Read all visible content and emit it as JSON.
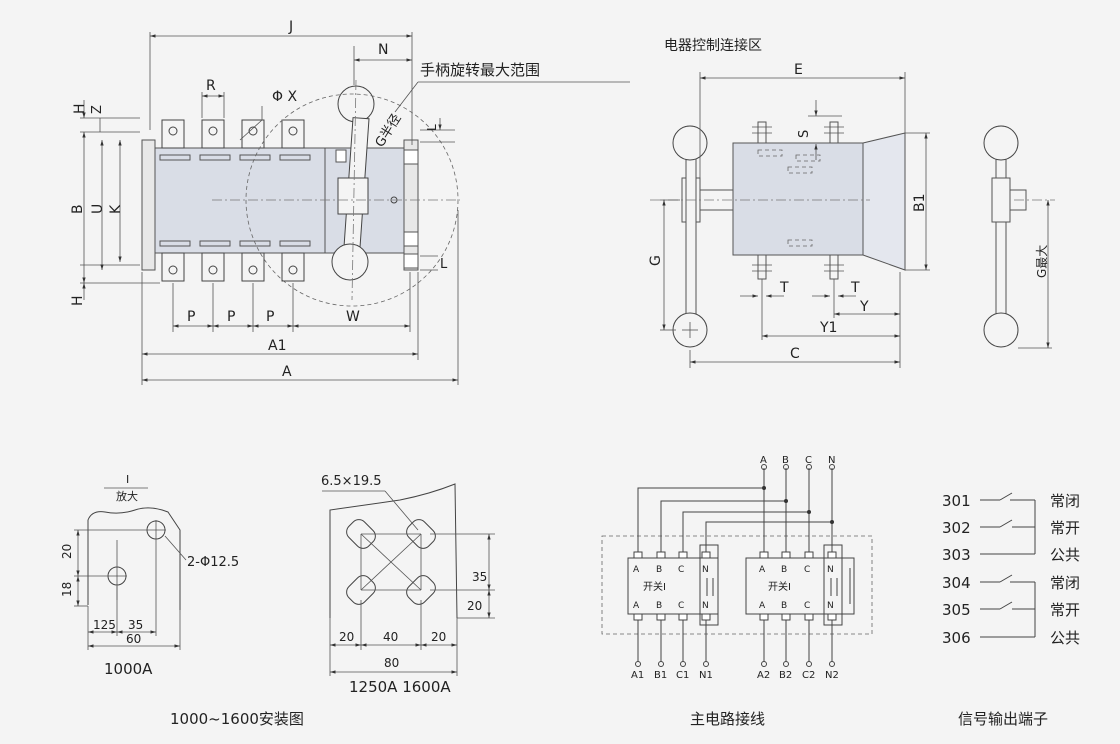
{
  "main_drawing": {
    "labels": {
      "J": "J",
      "N": "N",
      "handle_range": "手柄旋转最大范围",
      "R": "R",
      "phiX": "Φ X",
      "G_radius": "G半径",
      "L": "L",
      "H_top": "H",
      "Z": "Z",
      "B": "B",
      "U": "U",
      "K": "K",
      "H_bottom": "H",
      "P1": "P",
      "P2": "P",
      "P3": "P",
      "W": "W",
      "A1": "A1",
      "A": "A",
      "L_right": "L"
    }
  },
  "side_view": {
    "title": "电器控制连接区",
    "labels": {
      "E": "E",
      "S": "S",
      "B1": "B1",
      "G": "G",
      "T1": "T",
      "T2": "T",
      "Y": "Y",
      "Y1": "Y1",
      "C": "C"
    }
  },
  "end_view": {
    "G_max": "G最大"
  },
  "mount_1000": {
    "view_label": "I",
    "view_note": "放大",
    "hole": "2-Φ12.5",
    "dims": {
      "d20": "20",
      "d18": "18",
      "d125": "125",
      "d35": "35",
      "d60": "60"
    },
    "caption": "1000A"
  },
  "mount_1250": {
    "slot": "6.5×19.5",
    "dims": {
      "r35": "35",
      "r20": "20",
      "b20a": "20",
      "b40": "40",
      "b20b": "20",
      "b80": "80"
    },
    "caption": "1250A  1600A"
  },
  "mount_caption": "1000~1600安装图",
  "circuit": {
    "top_phases": [
      "A",
      "B",
      "C",
      "N"
    ],
    "switch_label": "开关I",
    "switch1_top": [
      "A",
      "B",
      "C",
      "N"
    ],
    "switch1_bottom": [
      "A",
      "B",
      "C",
      "N"
    ],
    "switch2_top": [
      "A",
      "B",
      "C",
      "N"
    ],
    "switch2_bottom": [
      "A",
      "B",
      "C",
      "N"
    ],
    "out1": [
      "A1",
      "B1",
      "C1",
      "N1"
    ],
    "out2": [
      "A2",
      "B2",
      "C2",
      "N2"
    ],
    "caption": "主电路接线"
  },
  "signals": {
    "rows": [
      {
        "num": "301",
        "label": "常闭"
      },
      {
        "num": "302",
        "label": "常开"
      },
      {
        "num": "303",
        "label": "公共"
      },
      {
        "num": "304",
        "label": "常闭"
      },
      {
        "num": "305",
        "label": "常开"
      },
      {
        "num": "306",
        "label": "公共"
      }
    ],
    "caption": "信号输出端子"
  }
}
